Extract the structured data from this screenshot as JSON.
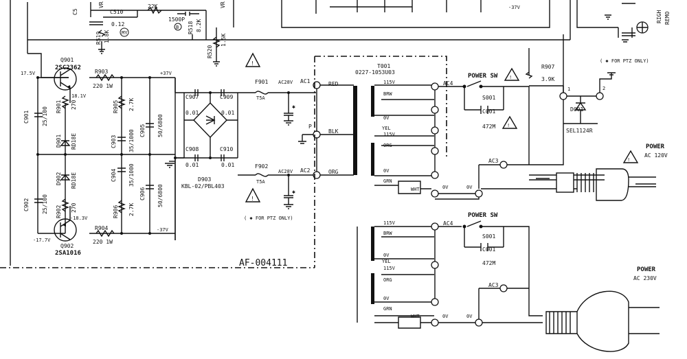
{
  "sheet_id": "AF-004111",
  "top_partial": {
    "c510": "C510",
    "c510_val": "0.12",
    "c510_mark": "MY",
    "r22k": "22K",
    "c1500": "1500P",
    "b_mark": "B",
    "r518": "R518",
    "r518_val": "8.2K",
    "r519": "R519",
    "r519_val": "1.8K",
    "r520": "R520",
    "r520_val": "1.5K",
    "vr": "VR",
    "vr2": "VR",
    "c5": "C5",
    "v37": "-37V",
    "right_rem": "RIGH",
    "right_rem2": "REMO"
  },
  "left_supply": {
    "q901": "Q901",
    "q901_part": "2SC2362",
    "q901_v": "17.5V",
    "q901_ve": "18.1V",
    "r903": "R903",
    "r903_val": "220 1W",
    "plus37": "+37V",
    "c901": "C901",
    "c901_val": "25/100",
    "r901": "R901",
    "r901_val": "270",
    "d901": "D901",
    "d901_part": "RD18E",
    "r905": "R905",
    "r905_val": "2.7K",
    "c903": "C903",
    "c903_val": "35/1000",
    "c905": "C905",
    "c905_val": "50/6800",
    "d902": "D902",
    "d902_part": "RD18E",
    "c904": "C904",
    "c904_val": "35/1000",
    "c906": "C906",
    "c906_val": "50/6800",
    "c902": "C902",
    "c902_val": "25/100",
    "r902": "R902",
    "r902_val": "270",
    "r906": "R906",
    "r906_val": "2.7K",
    "r904": "R904",
    "r904_val": "220 1W",
    "q902_v": "-18.3V",
    "q902_ve": "-17.7V",
    "minus37": "-37V",
    "q902": "Q902",
    "q902_part": "2SA1016"
  },
  "bridge": {
    "c907": "C907",
    "c907_val": "0.01",
    "c909": "C909",
    "c909_val": "0.01",
    "c908": "C908",
    "c908_val": "0.01",
    "c910": "C910",
    "c910_val": "0.01",
    "d903": "D903",
    "d903_part": "KBL-02/PBL403",
    "f901": "F901",
    "f901_val": "T5A",
    "f902": "F902",
    "f902_val": "T5A",
    "ac28_1": "AC28V",
    "ac28_2": "AC28V",
    "ac1": "AC1",
    "ac2": "AC2",
    "p": "P",
    "star1": "✱",
    "star2": "✱",
    "ftz_note": "( ✱ FOR PTZ ONLY)"
  },
  "transformer": {
    "t001": "T001",
    "t001_part": "0227-1053U03",
    "red": "RED",
    "blk": "BLK",
    "org": "ORG",
    "p115": "115V",
    "brw": "BRW",
    "ov1": "0V",
    "yel": "YEL",
    "y115": "115V",
    "org2": "ORG",
    "ov2": "0V",
    "grn": "GRN",
    "wht": "WHT",
    "ov3": "0V",
    "ov4": "0V",
    "ac4": "AC4",
    "ac3": "AC3"
  },
  "power_120": {
    "sw_title": "POWER SW",
    "s001": "S001",
    "c001": "C001",
    "c001_val": "472M",
    "r907": "R907",
    "r907_val": "3.9K",
    "pin1": "1",
    "pin2": "2",
    "d001": "D001",
    "d001_part": "SEL1124R",
    "ftz_note": "( ✱ FOR PTZ ONLY)",
    "title": "POWER",
    "spec": "AC 120V"
  },
  "power_230": {
    "p115": "115V",
    "brw": "BRW",
    "ov1": "0V",
    "yel": "YEL",
    "y115": "115V",
    "org": "ORG",
    "ov2": "0V",
    "grn": "GRN",
    "wht": "WHT",
    "ov3": "0V",
    "ov4": "0V",
    "ac4": "AC4",
    "ac3": "AC3",
    "sw_title": "POWER SW",
    "s001": "S001",
    "c001": "C001",
    "c001_val": "472M",
    "title": "POWER",
    "spec": "AC 230V"
  }
}
